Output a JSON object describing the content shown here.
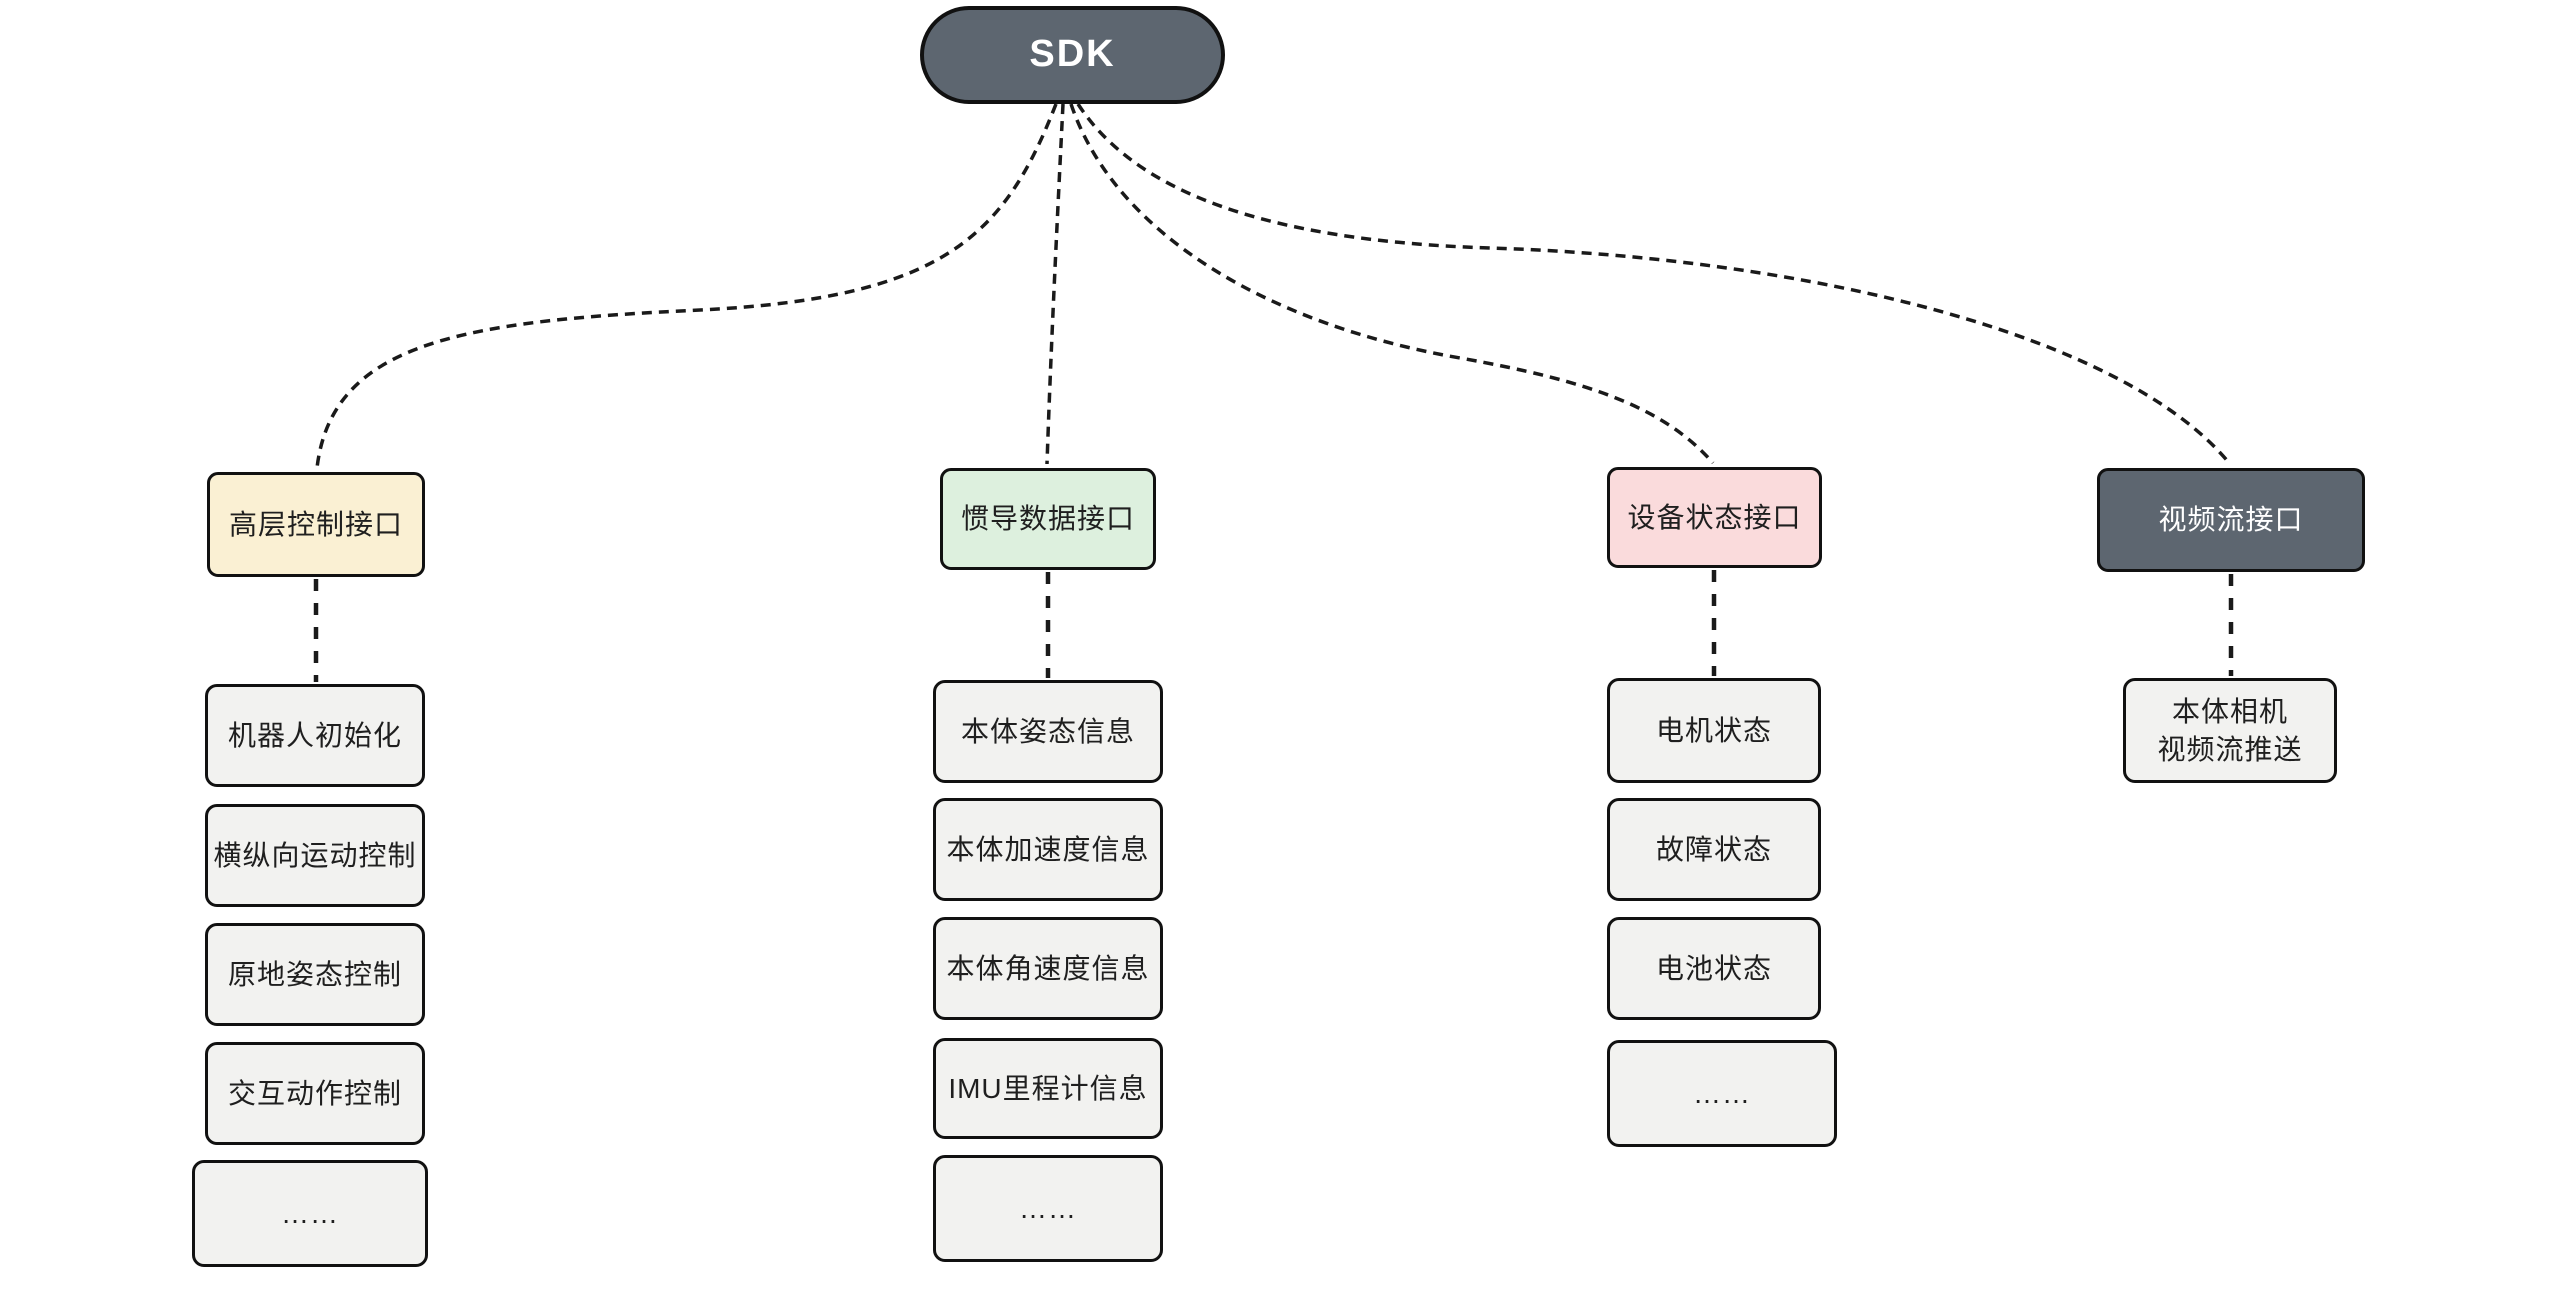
{
  "root": {
    "label": "SDK",
    "bg": "#5D6670",
    "text_color": "#FFFFFF"
  },
  "columns": [
    {
      "header": {
        "label": "高层控制接口",
        "bg": "#FAF0D3",
        "text_color": "#1F1F1F"
      },
      "children": [
        {
          "label": "机器人初始化"
        },
        {
          "label": "横纵向运动控制"
        },
        {
          "label": "原地姿态控制"
        },
        {
          "label": "交互动作控制"
        },
        {
          "label": "……"
        }
      ]
    },
    {
      "header": {
        "label": "惯导数据接口",
        "bg": "#DDF0DE",
        "text_color": "#1F1F1F"
      },
      "children": [
        {
          "label": "本体姿态信息"
        },
        {
          "label": "本体加速度信息"
        },
        {
          "label": "本体角速度信息"
        },
        {
          "label": "IMU里程计信息"
        },
        {
          "label": "……"
        }
      ]
    },
    {
      "header": {
        "label": "设备状态接口",
        "bg": "#FADBDC",
        "text_color": "#1F1F1F"
      },
      "children": [
        {
          "label": "电机状态"
        },
        {
          "label": "故障状态"
        },
        {
          "label": "电池状态"
        },
        {
          "label": "……"
        }
      ]
    },
    {
      "header": {
        "label": "视频流接口",
        "bg": "#5D6670",
        "text_color": "#FFFFFF"
      },
      "children": [
        {
          "label": "本体相机",
          "label2": "视频流推送"
        }
      ]
    }
  ],
  "colors": {
    "connector": "#1A1A1A",
    "node_border": "#111111",
    "child_bg": "#F2F2F0",
    "canvas_bg": "#FFFFFF"
  }
}
